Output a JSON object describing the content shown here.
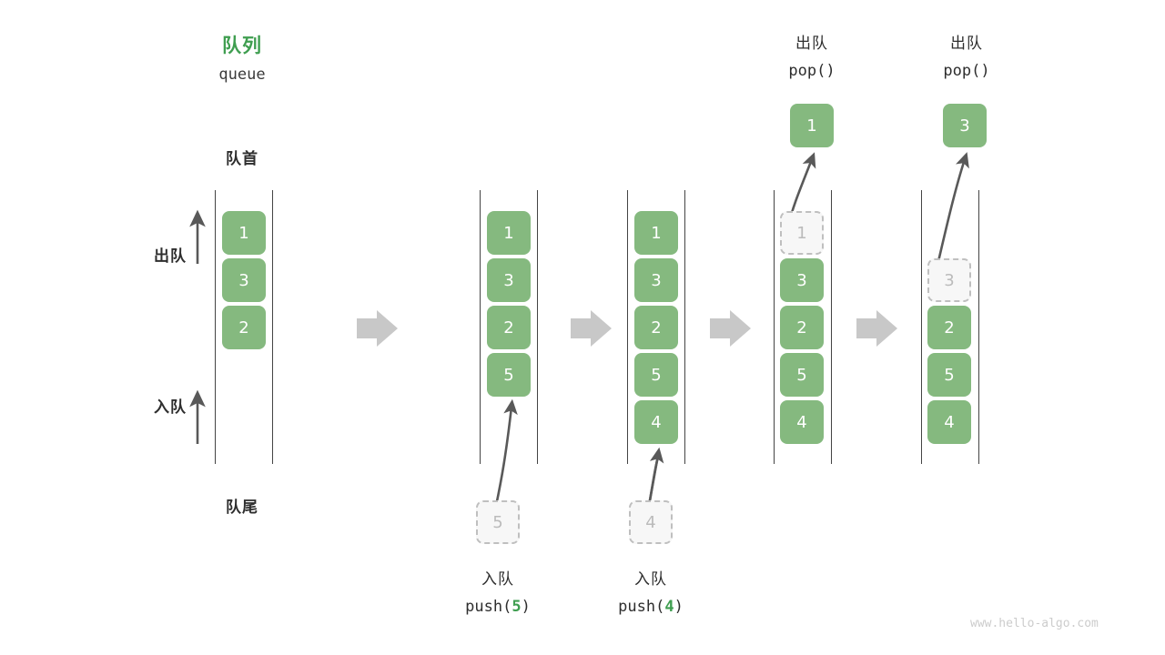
{
  "diagram": {
    "title_cn": "队列",
    "title_en": "queue",
    "head_label": "队首",
    "tail_label": "队尾",
    "dequeue_label": "出队",
    "enqueue_label": "入队",
    "watermark": "www.hello-algo.com",
    "colors": {
      "cell_green": "#85b97f",
      "title_green": "#3f9e50",
      "ghost_fill": "#f7f7f7",
      "ghost_border": "#bfbfbf",
      "rail": "#444444",
      "arrow_gray": "#c8c8c8",
      "curve_arrow": "#595959",
      "text": "#2e2e2e",
      "watermark": "#cccccc"
    }
  },
  "steps": [
    {
      "id": "initial",
      "caption_cn": "",
      "caption_code": "",
      "cells": [
        {
          "value": "1",
          "state": "filled",
          "slot": 0
        },
        {
          "value": "3",
          "state": "filled",
          "slot": 1
        },
        {
          "value": "2",
          "state": "filled",
          "slot": 2
        }
      ]
    },
    {
      "id": "push-5",
      "caption_cn": "入队",
      "caption_code_prefix": "push(",
      "caption_code_arg": "5",
      "caption_code_suffix": ")",
      "incoming_value": "5",
      "cells": [
        {
          "value": "1",
          "state": "filled",
          "slot": 0
        },
        {
          "value": "3",
          "state": "filled",
          "slot": 1
        },
        {
          "value": "2",
          "state": "filled",
          "slot": 2
        },
        {
          "value": "5",
          "state": "filled",
          "slot": 3
        }
      ]
    },
    {
      "id": "push-4",
      "caption_cn": "入队",
      "caption_code_prefix": "push(",
      "caption_code_arg": "4",
      "caption_code_suffix": ")",
      "incoming_value": "4",
      "cells": [
        {
          "value": "1",
          "state": "filled",
          "slot": 0
        },
        {
          "value": "3",
          "state": "filled",
          "slot": 1
        },
        {
          "value": "2",
          "state": "filled",
          "slot": 2
        },
        {
          "value": "5",
          "state": "filled",
          "slot": 3
        },
        {
          "value": "4",
          "state": "filled",
          "slot": 4
        }
      ]
    },
    {
      "id": "pop-1",
      "caption_cn": "出队",
      "caption_code": "pop()",
      "popped_value": "1",
      "cells": [
        {
          "value": "1",
          "state": "ghost",
          "slot": 0
        },
        {
          "value": "3",
          "state": "filled",
          "slot": 1
        },
        {
          "value": "2",
          "state": "filled",
          "slot": 2
        },
        {
          "value": "5",
          "state": "filled",
          "slot": 3
        },
        {
          "value": "4",
          "state": "filled",
          "slot": 4
        }
      ]
    },
    {
      "id": "pop-3",
      "caption_cn": "出队",
      "caption_code": "pop()",
      "popped_value": "3",
      "cells": [
        {
          "value": "3",
          "state": "ghost",
          "slot": 1
        },
        {
          "value": "2",
          "state": "filled",
          "slot": 2
        },
        {
          "value": "5",
          "state": "filled",
          "slot": 3
        },
        {
          "value": "4",
          "state": "filled",
          "slot": 4
        }
      ]
    }
  ]
}
